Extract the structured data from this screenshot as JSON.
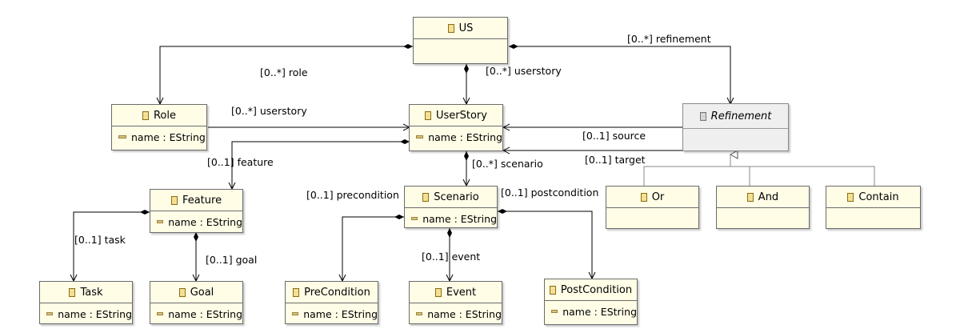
{
  "classes": {
    "us": {
      "name": "US"
    },
    "role": {
      "name": "Role",
      "attr": "name : EString"
    },
    "userstory": {
      "name": "UserStory",
      "attr": "name : EString"
    },
    "refinement": {
      "name": "Refinement"
    },
    "feature": {
      "name": "Feature",
      "attr": "name : EString"
    },
    "scenario": {
      "name": "Scenario",
      "attr": "name : EString"
    },
    "or": {
      "name": "Or"
    },
    "and": {
      "name": "And"
    },
    "contain": {
      "name": "Contain"
    },
    "task": {
      "name": "Task",
      "attr": "name : EString"
    },
    "goal": {
      "name": "Goal",
      "attr": "name : EString"
    },
    "precondition": {
      "name": "PreCondition",
      "attr": "name : EString"
    },
    "event": {
      "name": "Event",
      "attr": "name : EString"
    },
    "postcondition": {
      "name": "PostCondition",
      "attr": "name : EString"
    }
  },
  "edges": {
    "refinement": "[0..*] refinement",
    "role": "[0..*] role",
    "us_userstory": "[0..*] userstory",
    "role_userstory": "[0..*] userstory",
    "source": "[0..1] source",
    "target": "[0..1] target",
    "feature": "[0..1] feature",
    "scenario": "[0..*] scenario",
    "precondition": "[0..1] precondition",
    "postcondition": "[0..1] postcondition",
    "task": "[0..1] task",
    "goal": "[0..1] goal",
    "event": "[0..1] event"
  }
}
